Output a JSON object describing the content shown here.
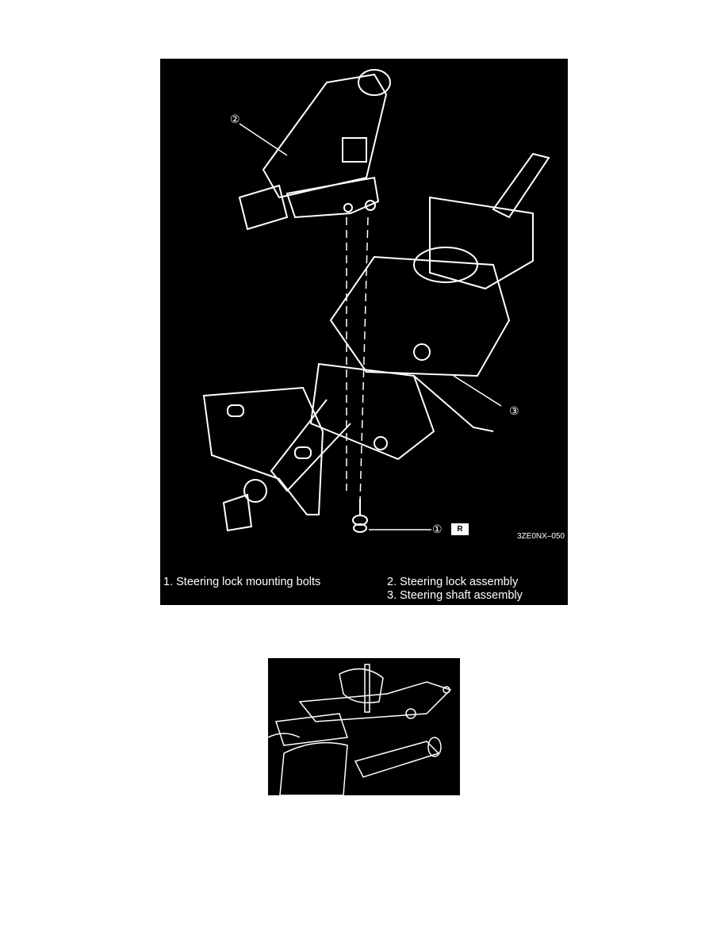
{
  "figure1": {
    "callouts": [
      "②",
      "③",
      "①"
    ],
    "replace_badge": "R",
    "figure_code": "3ZE0NX–050",
    "legend": [
      "1.  Steering lock mounting bolts",
      "2.  Steering lock assembly",
      "3.  Steering shaft assembly"
    ]
  },
  "figure2": {}
}
